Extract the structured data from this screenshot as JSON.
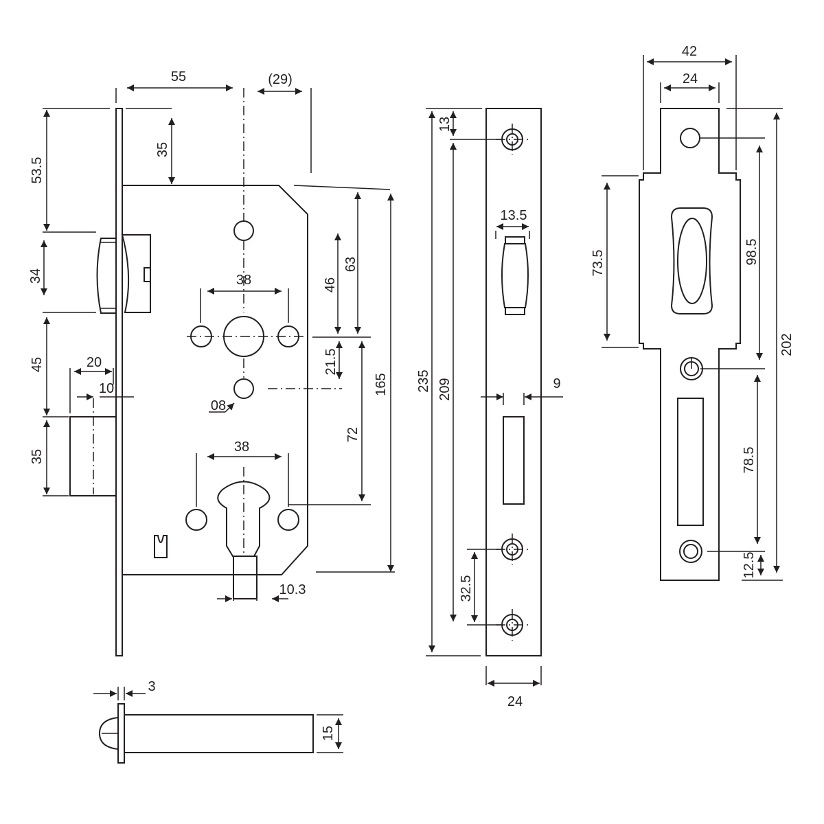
{
  "dimensions": {
    "front_top_width": "55",
    "front_latch_width": "(29)",
    "front_top_offset": "53.5",
    "front_body_top": "35",
    "front_latch_height": "34",
    "front_latch_to_bolt": "45",
    "front_bolt_height": "35",
    "front_bolt_throw": "20",
    "front_bolt_gap": "10",
    "front_spindle_holes": "38",
    "front_cylinder_holes": "38",
    "front_spindle_to_top": "46",
    "front_top_to_spindle": "63",
    "front_spindle_offset": "21.5",
    "front_spindle_to_cylinder": "72",
    "front_body_height": "165",
    "front_square": "08",
    "front_cam_width": "10.3",
    "faceplate_top_hole": "13",
    "faceplate_latch_width": "13.5",
    "faceplate_hole_spacing": "209",
    "faceplate_total_height": "235",
    "faceplate_depth": "9",
    "faceplate_bottom_holes": "32.5",
    "faceplate_width": "24",
    "strike_total_width": "42",
    "strike_inner_width": "24",
    "strike_body_height": "73.5",
    "strike_hole_to_latch": "98.5",
    "strike_bolt_to_hole": "78.5",
    "strike_total_height": "202",
    "strike_bottom_hole": "12.5",
    "spindle_flange": "3",
    "spindle_diameter": "15"
  }
}
